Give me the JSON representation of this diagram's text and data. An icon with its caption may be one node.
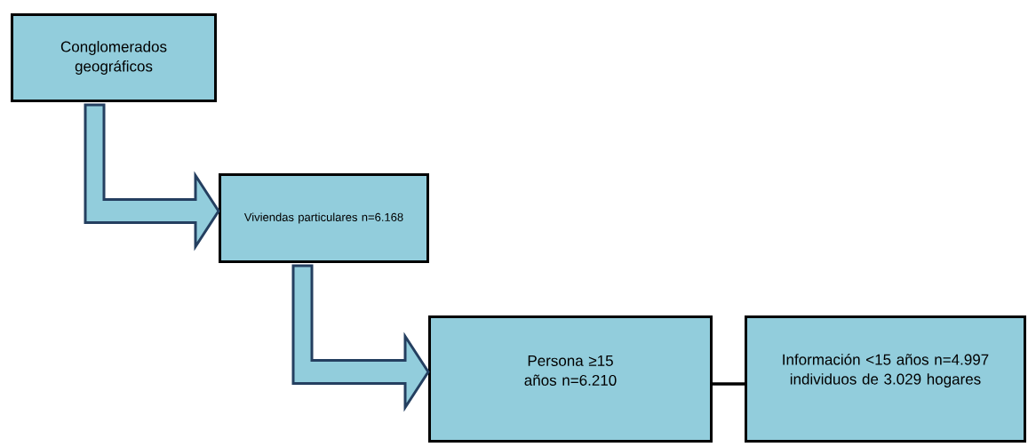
{
  "diagram": {
    "nodes": [
      {
        "text": [
          "Conglomerados geográficos"
        ]
      },
      {
        "text": [
          "Viviendas particulares n=6.168"
        ]
      },
      {
        "text": [
          "Persona ≥15 años n=6.210"
        ]
      },
      {
        "text": [
          "Información <15 años n=4.997  individuos de 3.029 hogares"
        ]
      }
    ],
    "edges": [
      {
        "from": 0,
        "to": 1,
        "arrow": "to"
      },
      {
        "from": 1,
        "to": 2,
        "arrow": "to"
      },
      {
        "from": 2,
        "to": 3,
        "arrow": "none"
      }
    ]
  }
}
